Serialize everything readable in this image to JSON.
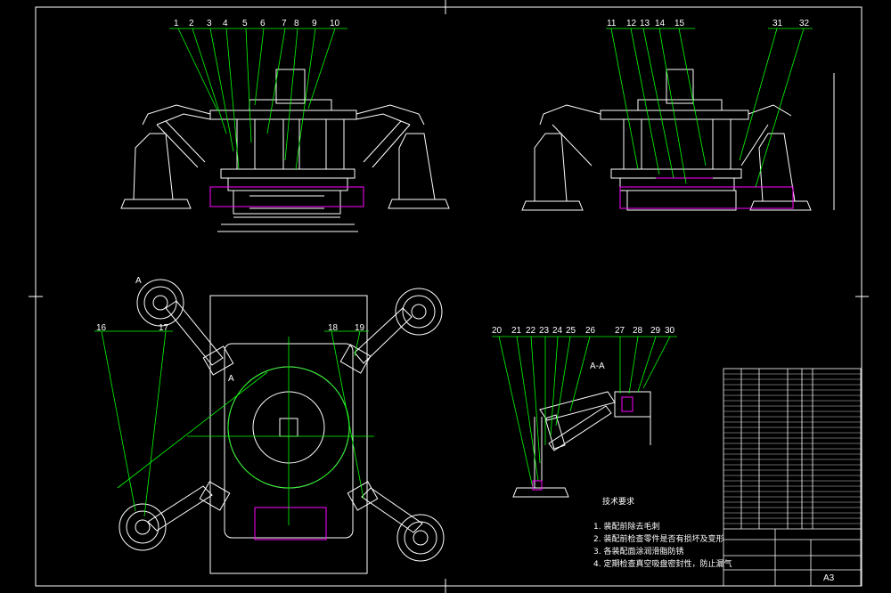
{
  "drawing": {
    "section_label": "A-A",
    "view_marks": [
      "A",
      "A"
    ],
    "tech_title": "技术要求",
    "requirements": [
      "1. 装配前除去毛刺",
      "2. 装配前检查零件是否有损坏及变形",
      "3. 各装配面涂润滑脂防锈",
      "4. 定期检查真空吸盘密封性，防止漏气"
    ],
    "sheet_size": "A3"
  },
  "balloons": {
    "front_view": [
      "1",
      "2",
      "3",
      "4",
      "5",
      "6",
      "7",
      "8",
      "9",
      "10"
    ],
    "side_view": [
      "11",
      "12",
      "13",
      "14",
      "15",
      "31",
      "32"
    ],
    "top_view": [
      "16",
      "17",
      "18",
      "19"
    ],
    "section_view": [
      "20",
      "21",
      "22",
      "23",
      "24",
      "25",
      "26",
      "27",
      "28",
      "29",
      "30"
    ]
  },
  "colors": {
    "background": "#000000",
    "outline": "#ffffff",
    "leader": "#00ff00",
    "highlight": "#ff00ff",
    "frame": "#ffffff"
  }
}
